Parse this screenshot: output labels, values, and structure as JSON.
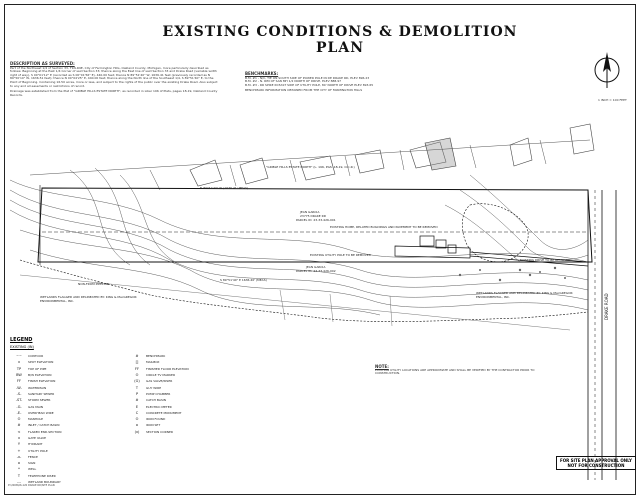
{
  "title": "EXISTING CONDITIONS & DEMOLITION PLAN",
  "description": {
    "heading": "DESCRIPTION AS SURVEYED:",
    "body": "Part of the Northeast 1/4 of Section 33, T1N-R9E, City of Farmington Hills, Oakland County, Michigan, more particularly described as follows: Beginning at the East 1/4 Corner of said Section 33; thence along the East line of said Section 33 and Drake Road (variable width right of way), S 00°01'12\" E (recorded as S 00°01'56\" E), 440.00 feet; thence N 89°51'40\" W, 1636.41 feet (previously recorded as N 89°50'10\" W, 1636.51 feet); thence N 00°04'25\" E, 440.00 feet; thence along the North line of the Southeast 1/4, S 89°51'40\" E, to the Point of Beginning. Containing 16.50 acres, more or less, and subject to the rights of the public over the existing Drake Road. Also subject to any and all easements or restrictions of record.",
    "source": "Drainage was established from the Plat of \"GRIBLE HILLS ESTATE NORTH\", as recorded in Liber 196 of Plats, pages 18-19, Oakland County Records."
  },
  "benchmarks": {
    "heading": "BENCHMARKS:",
    "items": [
      "B.M. #1 - N/C, TIE ON SOUTH SIDE OF POWER POLE IN DE DRAKE RD, ELEV 896.23",
      "B.M. #2 - N. RIM OF SAN MH 1/2 NORTH OF DRIVE, ELEV 888.97",
      "B.M. #3 - RR SPIKE IN EAST SIDE OF UTILITY POLE, 80' NORTH OF DRIVE ELEV 893.65"
    ],
    "note": "BENCHMARK INFORMATION OBTAINED FROM THE CITY OF FARMINGTON HILLS"
  },
  "scale_text": "1 INCH = 100 FEET",
  "plan_labels": {
    "subdivision": "\"GRIBLE HILLS ESTATE NORTH\" (L. 196, PGS. 18-19, O.C.R.)",
    "parcel1_owner": "JEAN GARCIA",
    "parcel1_addr": "23775 DRAKE RD",
    "parcel1_id": "PARCEL ID: 23-33-426-001",
    "parcel2_owner": "JEAN GARCIA",
    "parcel2_id": "PARCEL ID: 23-33-426-002",
    "existing_home": "EXISTING HOME, RELATED BUILDINGS AND PAVEMENT TO BE REMOVED",
    "utility_pole": "EXISTING UTILITY POLE TO BE REMOVED",
    "wetland_n": "WETLANDS FLAGGED AND DELINEATED BY: KING & MacGREGOR ENVIRONMENTAL, INC.",
    "wetland_s": "WETLANDS FLAGGED AND DELINEATED BY: KING & MacGREGOR ENVIRONMENTAL, INC.",
    "drake_road": "DRAKE ROAD",
    "bearing_n": "N 89°51'40\" W (1636.41' MEAS)",
    "bearing_s": "S 89°51'40\" E 1636.40' (MEAS)",
    "nf_pipe": "NON-FROM PIPELINE",
    "drive": "EXISTING DRIVE TO BE REMOVED"
  },
  "legend": {
    "title": "LEGEND",
    "subtitle": "EXISTING (IN)",
    "col1": [
      {
        "sym": "~~",
        "label": "CONTOUR"
      },
      {
        "sym": "x",
        "label": "SPOT ELEVATION"
      },
      {
        "sym": "TP",
        "label": "TOP OF PIPE"
      },
      {
        "sym": "BW",
        "label": "B/W ELEVATION"
      },
      {
        "sym": "FF",
        "label": "FINISH ELEVATION"
      },
      {
        "sym": "-W-",
        "label": "WATERMAIN"
      },
      {
        "sym": "-S-",
        "label": "SANITARY SEWER"
      },
      {
        "sym": "-ST-",
        "label": "STORM SEWER"
      },
      {
        "sym": "-G-",
        "label": "GAS MAIN"
      },
      {
        "sym": "-E-",
        "label": "OVERHEAD WIRE"
      },
      {
        "sym": "O",
        "label": "MANHOLE"
      },
      {
        "sym": "#",
        "label": "INLET / CATCH BASIN"
      },
      {
        "sym": "<",
        "label": "FLARED END-SECTION"
      },
      {
        "sym": "x",
        "label": "GATE VALVE"
      },
      {
        "sym": "Y",
        "label": "HYDRANT"
      },
      {
        "sym": "+",
        "label": "UTILITY POLE"
      },
      {
        "sym": "-x-",
        "label": "FENCE"
      },
      {
        "sym": "o",
        "label": "SIGN"
      },
      {
        "sym": "*",
        "label": "WELL"
      },
      {
        "sym": "T",
        "label": "TELEPHONE RISER"
      },
      {
        "sym": "---",
        "label": "WETLAND BOUNDARY"
      }
    ],
    "col2": [
      {
        "sym": "#",
        "label": "BENCHMARK"
      },
      {
        "sym": "[]",
        "label": "MAILBOX"
      },
      {
        "sym": "FF",
        "label": "FINISHED FLOOR ELEVATION"
      },
      {
        "sym": "O",
        "label": "CIRCLE TV MARKER"
      },
      {
        "sym": "(G)",
        "label": "GAS VALVE/RISER"
      },
      {
        "sym": "T",
        "label": "GUY WIRE"
      },
      {
        "sym": "P",
        "label": "PUMP CHAMBER"
      },
      {
        "sym": "#",
        "label": "CATCH BASIN"
      },
      {
        "sym": "E",
        "label": "ELECTRIC METER"
      },
      {
        "sym": "C",
        "label": "CONCRETE MONUMENT"
      },
      {
        "sym": "O",
        "label": "IRON FOUND"
      },
      {
        "sym": "o",
        "label": "IRON SET"
      },
      {
        "sym": "(x)",
        "label": "SECTION CORNER"
      }
    ]
  },
  "notes": {
    "heading": "NOTE:",
    "body": "EXISTING UTILITY LOCATIONS ARE APPROXIMATE AND SHALL BE VERIFIED BY THE CONTRACTOR PRIOR TO CONSTRUCTION."
  },
  "stamp": {
    "line1": "FOR SITE PLAN APPROVAL ONLY",
    "line2": "NOT FOR CONSTRUCTION"
  },
  "footer": "P:\\2006\\06-120 DRAKE RD\\SITE PLAN"
}
